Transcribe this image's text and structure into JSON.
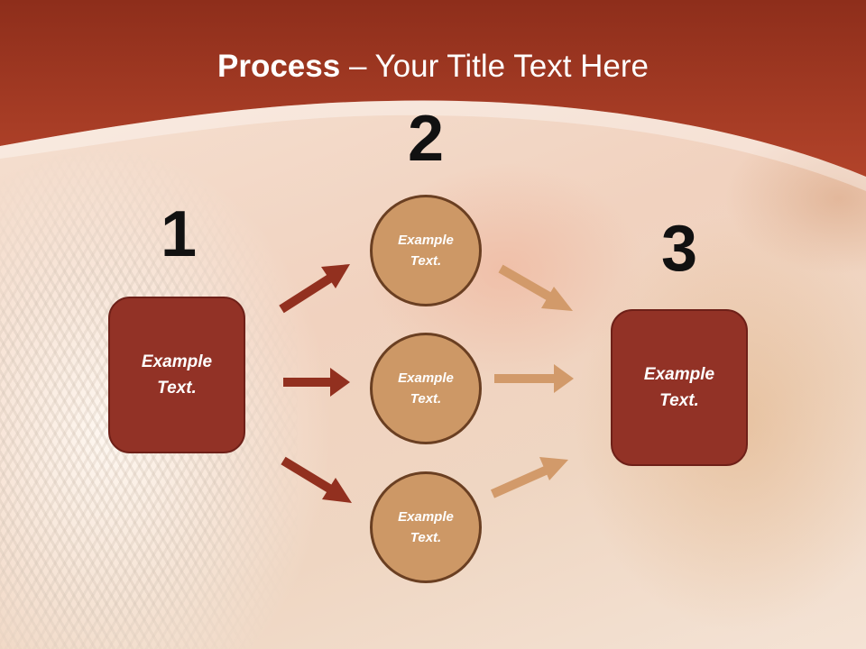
{
  "title": {
    "bold": "Process",
    "rest": " – Your Title Text Here"
  },
  "steps": {
    "one": {
      "number": "1"
    },
    "two": {
      "number": "2"
    },
    "three": {
      "number": "3"
    }
  },
  "boxes": {
    "left": {
      "line1": "Example",
      "line2": "Text."
    },
    "right": {
      "line1": "Example",
      "line2": "Text."
    }
  },
  "circles": [
    {
      "line1": "Example",
      "line2": "Text."
    },
    {
      "line1": "Example",
      "line2": "Text."
    },
    {
      "line1": "Example",
      "line2": "Text."
    }
  ],
  "colors": {
    "header": "#a63a22",
    "box_fill": "#923226",
    "circle_fill": "#cd9866",
    "arrow_dark": "#92301f",
    "arrow_light": "#d29a6a"
  }
}
